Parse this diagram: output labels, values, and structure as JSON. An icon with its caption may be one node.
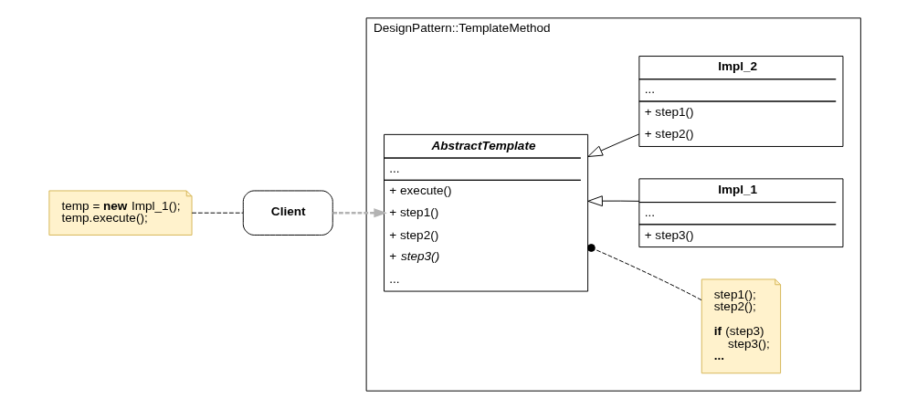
{
  "diagram": {
    "nodes": [
      {
        "text": [
          "DesignPattern::TemplateMethod"
        ]
      },
      {
        "text": [
          "temp = **new** Impl_1();",
          "temp.execute();"
        ]
      },
      {
        "text": [
          "Client"
        ]
      },
      {
        "text": [
          "AbstractTemplate",
          "...",
          "+ execute()",
          "+ step1()",
          "+ step2()",
          "+ *step3()*",
          "..."
        ],
        "in": 0
      },
      {
        "text": [
          "step1();",
          "step2();",
          "**if** (step3)",
          "step3();",
          "**...**"
        ],
        "in": 0
      },
      {
        "text": [
          "Impl_1",
          "...",
          "+ step3()"
        ],
        "in": 0
      },
      {
        "text": [
          "Impl_2",
          "...",
          "+ step1()",
          "+ step2()"
        ],
        "in": 0
      }
    ],
    "edges": [
      {
        "from": 1,
        "to": 2,
        "arrow": "none",
        "style": "dashed"
      },
      {
        "from": 2,
        "to": 3,
        "arrow": "to",
        "style": "dashed",
        "color": "#b3b3b3"
      },
      {
        "from": 5,
        "to": 3,
        "arrow": "to"
      },
      {
        "from": 6,
        "to": 3,
        "arrow": "to"
      },
      {
        "from": 4,
        "to": 3,
        "arrow": "other",
        "style": "dashed"
      }
    ]
  }
}
